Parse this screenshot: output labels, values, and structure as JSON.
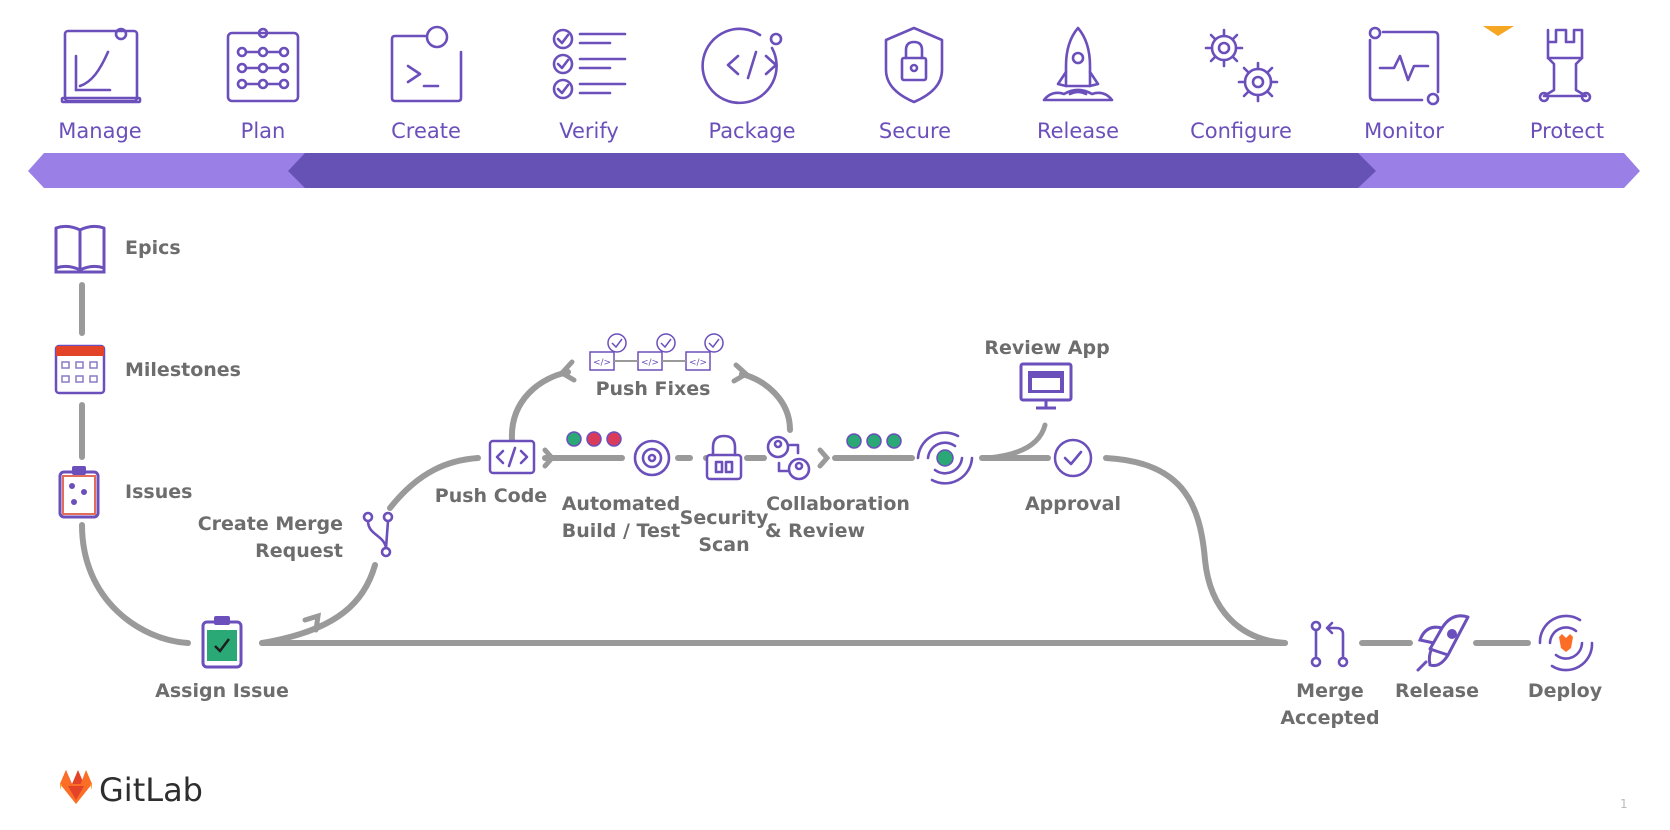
{
  "stages": [
    {
      "label": "Manage",
      "icon": "chart-board-icon"
    },
    {
      "label": "Plan",
      "icon": "plan-board-icon"
    },
    {
      "label": "Create",
      "icon": "terminal-icon"
    },
    {
      "label": "Verify",
      "icon": "checklist-icon"
    },
    {
      "label": "Package",
      "icon": "code-circle-icon"
    },
    {
      "label": "Secure",
      "icon": "shield-lock-icon"
    },
    {
      "label": "Release",
      "icon": "rocket-icon"
    },
    {
      "label": "Configure",
      "icon": "gears-icon"
    },
    {
      "label": "Monitor",
      "icon": "heartbeat-monitor-icon"
    },
    {
      "label": "Protect",
      "icon": "castle-tower-icon"
    }
  ],
  "flow": {
    "epics": "Epics",
    "milestones": "Milestones",
    "issues": "Issues",
    "assign_issue": "Assign Issue",
    "create_merge_line1": "Create Merge",
    "create_merge_line2": "Request",
    "push_code": "Push Code",
    "push_fixes": "Push Fixes",
    "automated_line1": "Automated",
    "automated_line2": "Build / Test",
    "security_line1": "Security",
    "security_line2": "Scan",
    "collab_line1": "Collaboration",
    "collab_line2": "& Review",
    "review_app": "Review App",
    "approval": "Approval",
    "merge_line1": "Merge",
    "merge_line2": "Accepted",
    "release": "Release",
    "deploy": "Deploy"
  },
  "brand": {
    "name": "GitLab"
  },
  "page_number": "1",
  "colors": {
    "purple": "#6b4fbb",
    "band_light": "#9a80e6",
    "band_dark": "#6652b5",
    "connector_gray": "#9a9a9a",
    "label_gray": "#6d6d6d",
    "status_teal": "#2aa876",
    "status_red": "#db3b5b",
    "fox_orange": "#fc6d26",
    "calendar_red": "#e24329"
  }
}
